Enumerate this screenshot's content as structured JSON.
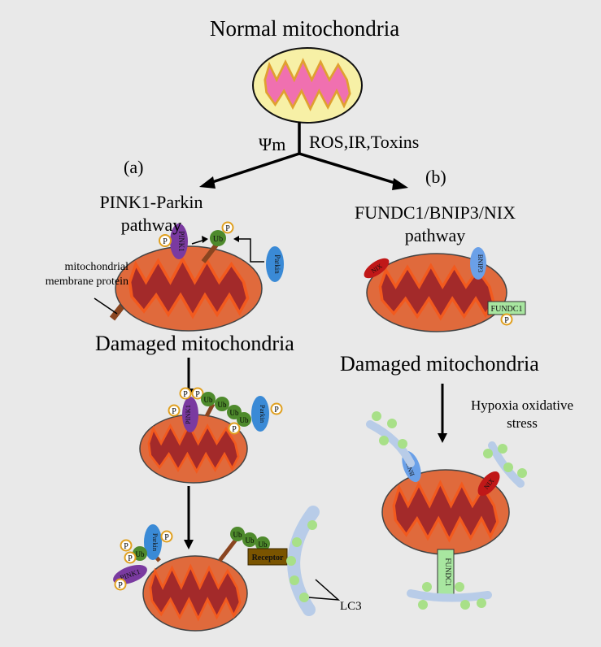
{
  "title": "Normal mitochondria",
  "triggers": {
    "potential": "Ψm",
    "stressors": "ROS,IR,Toxins"
  },
  "branch_a": {
    "marker": "(a)",
    "pathway_line1": "PINK1-Parkin",
    "pathway_line2": "pathway",
    "protein_label_line1": "mitochondrial",
    "protein_label_line2": "membrane protein",
    "damaged_label": "Damaged mitochondria",
    "receptor_label": "Receptor",
    "lc3_label": "LC3"
  },
  "branch_b": {
    "marker": "(b)",
    "pathway_line1": "FUNDC1/BNIP3/NIX",
    "pathway_line2": "pathway",
    "damaged_label": "Damaged mitochondria",
    "stress_line1": "Hypoxia oxidative",
    "stress_line2": "stress"
  },
  "proteins": {
    "pink1": "PINK1",
    "parkin": "Parkin",
    "ub": "Ub",
    "p": "P",
    "nix": "NIX",
    "bnip3": "BNIP3",
    "fundc1": "FUNDC1"
  },
  "colors": {
    "background": "#e9e9e9",
    "mito_outer": "#e06a3c",
    "mito_inner": "#a32a2a",
    "cristae_glow": "#f25a1e",
    "normal_outer": "#f7f0a6",
    "normal_inner": "#f070b0",
    "pink1": "#7a3aa0",
    "parkin": "#3a8ad6",
    "ub": "#4e8a2c",
    "nix": "#c01818",
    "bnip3": "#6aa0e8",
    "fundc1": "#a8e6a0",
    "receptor": "#7a5400",
    "lc3": "#a8e088",
    "membrane": "#b8cce8",
    "tether": "#8a4520"
  }
}
